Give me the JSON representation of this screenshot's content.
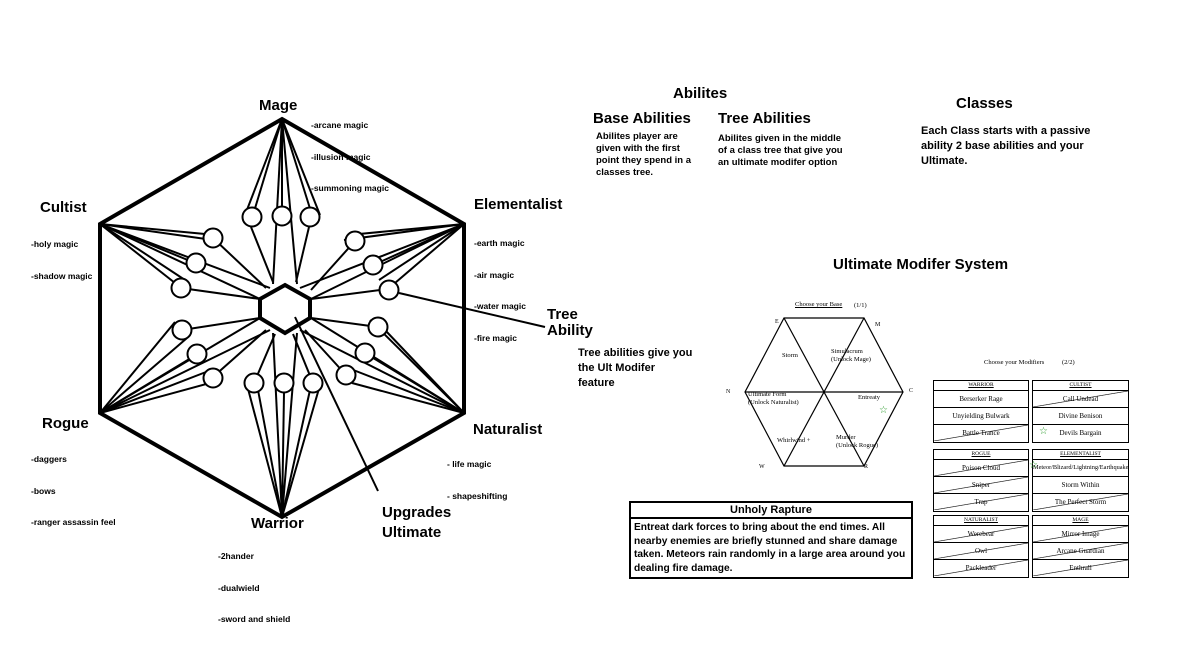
{
  "classes": {
    "mage": {
      "name": "Mage",
      "traits": [
        "-arcane magic",
        "-illusion magic",
        "-summoning magic"
      ]
    },
    "elementalist": {
      "name": "Elementalist",
      "traits": [
        "-earth magic",
        "-air magic",
        "-water magic",
        "-fire magic"
      ]
    },
    "naturalist": {
      "name": "Naturalist",
      "traits": [
        "- life magic",
        "- shapeshifting"
      ]
    },
    "warrior": {
      "name": "Warrior",
      "traits": [
        "-2hander",
        "-dualwield",
        "-sword and shield"
      ]
    },
    "rogue": {
      "name": "Rogue",
      "traits": [
        "-daggers",
        "-bows",
        "-ranger assassin feel"
      ]
    },
    "cultist": {
      "name": "Cultist",
      "traits": [
        "-holy magic",
        "-shadow magic"
      ]
    }
  },
  "callouts": {
    "tree_ability": "Tree\nAbility",
    "upgrades_ultimate": "Upgrades\nUltimate"
  },
  "abilities": {
    "title": "Abilites",
    "base_title": "Base Abilities",
    "base_desc": "Abilites player are given with the first point they spend in a classes tree.",
    "tree_title": "Tree Abilities",
    "tree_desc": "Abilites given in the middle of a class tree that give you an ultimate modifer option",
    "tree_note": "Tree abilities give you the Ult Modifer feature"
  },
  "classes_info": {
    "title": "Classes",
    "desc": "Each Class starts with a passive ability 2 base abilities and your Ultimate."
  },
  "ums": {
    "title": "Ultimate Modifer System",
    "choose_base": "Choose your Base",
    "base_count": "(1/1)",
    "dirs": {
      "e": "E",
      "m": "M",
      "c": "C",
      "r": "R",
      "w": "W",
      "n": "N"
    },
    "segments": {
      "storm": "Storm",
      "simulacrum": "Simulacrum\n(Unlock Mage)",
      "entreaty": "Entreaty",
      "murder": "Murder\n(Unlock Rogue)",
      "whirlwind": "Whirlwind +",
      "ultimate_form": "Ultimate Form\n(Unlock Naturalist)"
    },
    "choose_mods": "Choose your Modifiers",
    "mods_count": "(2/2)",
    "mod_tables": {
      "warrior": {
        "head": "WARRIOR",
        "rows": [
          "Berserker Rage",
          "Unyielding Bulwark",
          "Battle Trance"
        ]
      },
      "cultist": {
        "head": "CULTIST",
        "rows": [
          "Call Undead",
          "Divine Benison",
          "Devils Bargain"
        ]
      },
      "rogue": {
        "head": "ROGUE",
        "rows": [
          "Poison Cloud",
          "Sniper",
          "Trap"
        ]
      },
      "elementalist": {
        "head": "ELEMENTALIST",
        "rows": [
          "Meteor/Blizard/Lightning/Earthquake",
          "Storm Within",
          "The Perfect Storm"
        ]
      },
      "naturalist": {
        "head": "NATURALIST",
        "rows": [
          "Werebear",
          "Owl",
          "Packleader"
        ]
      },
      "mage": {
        "head": "MAGE",
        "rows": [
          "Mirror Image",
          "Arcane Guardian",
          "Enthrall"
        ]
      }
    }
  },
  "result": {
    "title": "Unholy Rapture",
    "desc": "Entreat dark forces to bring about the end times. All nearby enemies are briefly stunned and share damage taken. Meteors rain randomly in a large area around you dealing fire damage."
  },
  "colors": {
    "star": "#2a9a2a",
    "line": "#000000"
  }
}
